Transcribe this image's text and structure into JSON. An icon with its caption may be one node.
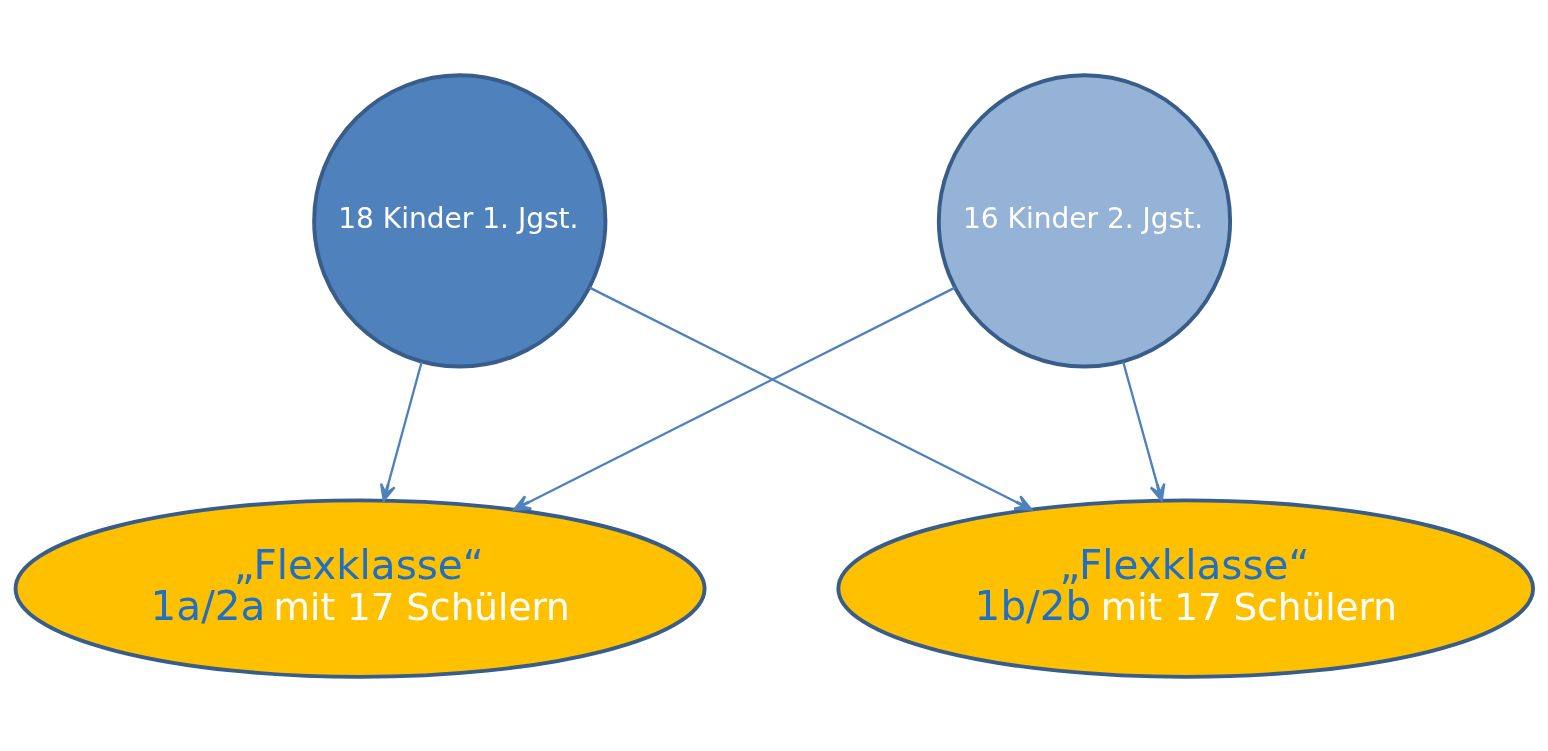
{
  "diagram": {
    "nodes": [
      {
        "text": [
          "18 Kinder 1. Jgst."
        ]
      },
      {
        "text": [
          "16 Kinder 2. Jgst."
        ]
      },
      {
        "text": [
          "„Flexklasse“",
          "1a/2a",
          "mit 17 Schülern"
        ]
      },
      {
        "text": [
          "„Flexklasse“",
          "1b/2b",
          "mit 17 Schülern"
        ]
      }
    ],
    "edges": [
      {
        "from": 0,
        "to": 2,
        "arrow": "to"
      },
      {
        "from": 0,
        "to": 3,
        "arrow": "to"
      },
      {
        "from": 1,
        "to": 2,
        "arrow": "to"
      },
      {
        "from": 1,
        "to": 3,
        "arrow": "to"
      }
    ]
  }
}
